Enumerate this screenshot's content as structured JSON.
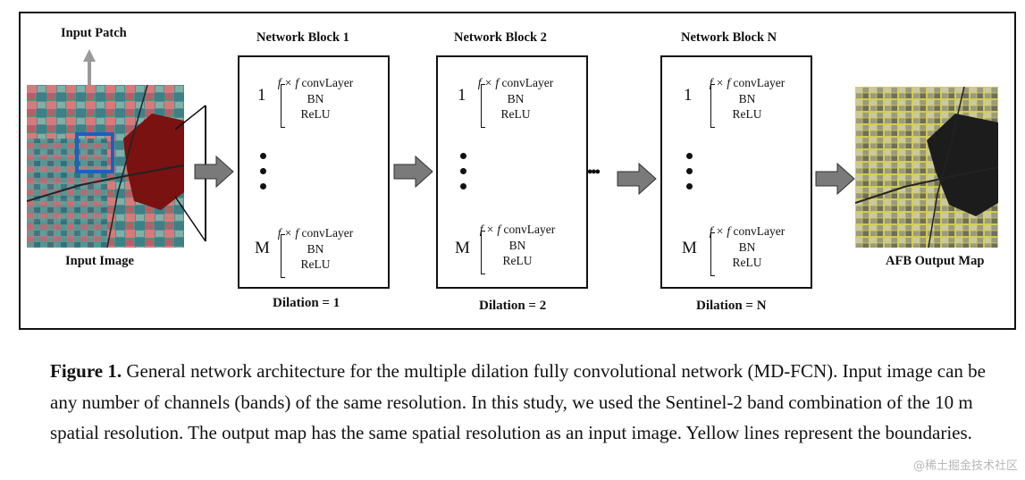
{
  "labels": {
    "input_patch": "Input Patch",
    "input_image": "Input Image",
    "output_map": "AFB Output Map",
    "ellipsis": "•••"
  },
  "blocks": [
    {
      "title": "Network Block 1",
      "dilation": "Dilation = 1"
    },
    {
      "title": "Network Block 2",
      "dilation": "Dilation = 2"
    },
    {
      "title": "Network Block N",
      "dilation": "Dilation = N"
    }
  ],
  "layer_group": {
    "conv": "f × f convLayer",
    "bn": "BN",
    "relu": "ReLU",
    "first_index": "1",
    "last_index": "M"
  },
  "caption": {
    "head": "Figure 1.",
    "text": " General network architecture for the multiple dilation fully convolutional network (MD-FCN). Input image can be any number of channels (bands) of the same resolution.  In this study, we used the Sentinel-2 band combination of the 10 m spatial resolution. The output map has the same spatial resolution as an input image. Yellow lines represent the boundaries."
  },
  "watermark": "@稀土掘金技术社区",
  "colors": {
    "patch_box": "#1f5fbf",
    "arrow_fill": "#7a7a7a",
    "boundary_yellow": "#d9d24a",
    "field_red": "#7a1212"
  }
}
